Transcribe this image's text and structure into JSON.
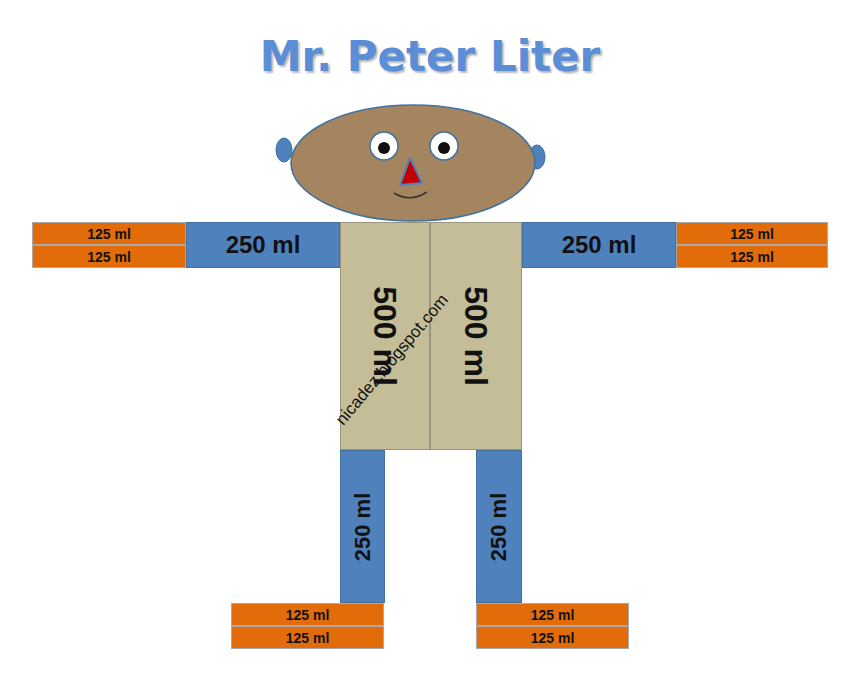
{
  "diagram": {
    "title": "Mr. Peter Liter",
    "nodes": [
      {
        "text": [
          "125 ml"
        ]
      },
      {
        "text": [
          "125 ml"
        ]
      },
      {
        "text": [
          "250 ml"
        ]
      },
      {
        "text": [
          "500 ml"
        ]
      },
      {
        "text": [
          "500 ml"
        ]
      },
      {
        "text": [
          "250 ml"
        ]
      },
      {
        "text": [
          "125 ml"
        ]
      },
      {
        "text": [
          "125 ml"
        ]
      },
      {
        "text": [
          "250 ml"
        ]
      },
      {
        "text": [
          "250 ml"
        ]
      },
      {
        "text": [
          "125 ml"
        ]
      },
      {
        "text": [
          "125 ml"
        ]
      },
      {
        "text": [
          "125 ml"
        ]
      },
      {
        "text": [
          "125 ml"
        ]
      }
    ],
    "labels": [
      "nicadez.blogspot.com"
    ]
  }
}
